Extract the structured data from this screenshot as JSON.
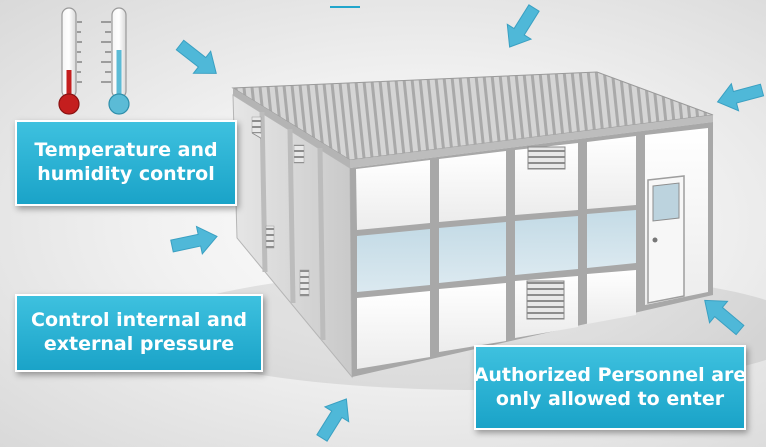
{
  "callouts": {
    "temperature": {
      "line1": "Temperature and",
      "line2": "humidity control"
    },
    "pressure": {
      "line1": "Control internal and",
      "line2": "external pressure"
    },
    "personnel": {
      "line1": "Authorized Personnel are",
      "line2": "only allowed to enter"
    }
  },
  "colors": {
    "callout_blue": "#27b2d6",
    "arrow_blue": "#4fb8d8",
    "mercury_red": "#c41e1e",
    "mercury_blue": "#5bbbd6"
  },
  "icons": [
    "thermometer-hot-icon",
    "thermometer-cold-icon",
    "arrow-icon"
  ]
}
